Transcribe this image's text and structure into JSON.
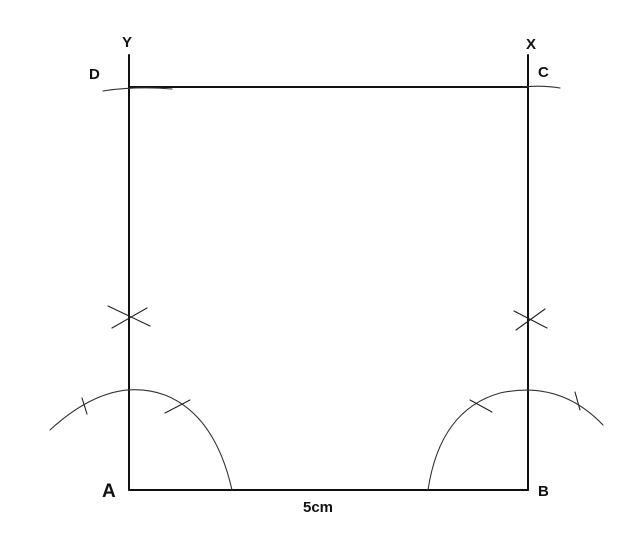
{
  "diagram": {
    "vertices": {
      "A": "A",
      "B": "B",
      "C": "C",
      "D": "D"
    },
    "rays": {
      "X": "X",
      "Y": "Y"
    },
    "base_length": "5cm",
    "colors": {
      "ink": "#111111",
      "background": "#ffffff"
    }
  }
}
